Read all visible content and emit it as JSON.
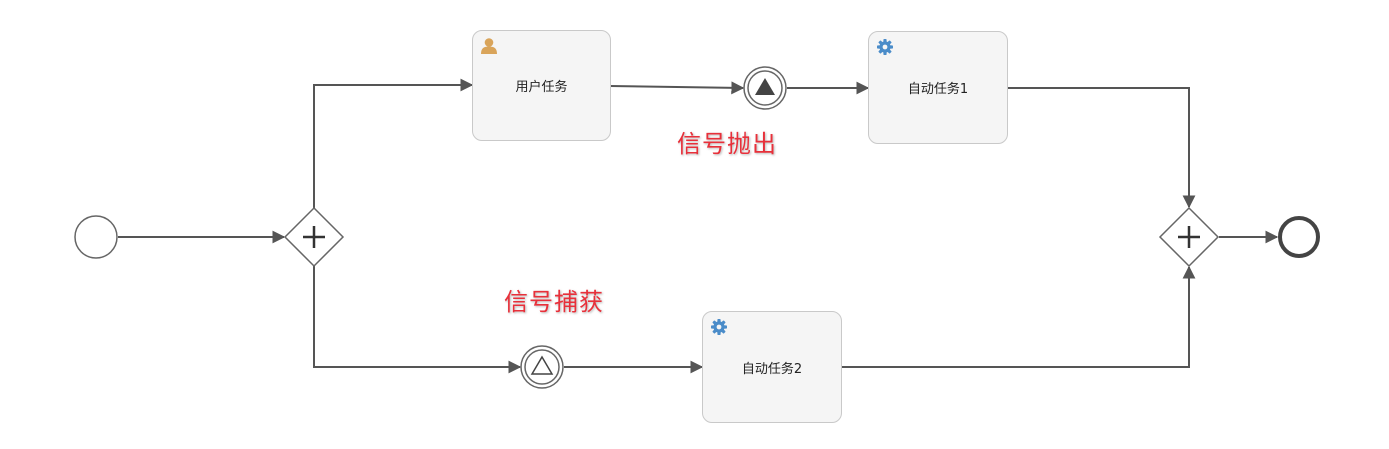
{
  "tasks": {
    "user_task": {
      "label": "用户任务",
      "icon": "user-icon"
    },
    "auto_task_1": {
      "label": "自动任务1",
      "icon": "gear-icon"
    },
    "auto_task_2": {
      "label": "自动任务2",
      "icon": "gear-icon"
    }
  },
  "annotations": {
    "signal_throw": "信号抛出",
    "signal_catch": "信号捕获"
  },
  "events": {
    "start": "start-event",
    "end": "end-event",
    "signal_throw_event": "intermediate-signal-throw-event",
    "signal_catch_event": "intermediate-signal-catch-event"
  },
  "gateways": {
    "split": "parallel-gateway",
    "join": "parallel-gateway"
  },
  "colors": {
    "line": "#555555",
    "task_fill": "#f5f5f5",
    "task_border": "#c9c9c9",
    "user_icon": "#d9a45a",
    "gear_icon": "#4a8cc9",
    "annotation_text": "#e8303a"
  }
}
